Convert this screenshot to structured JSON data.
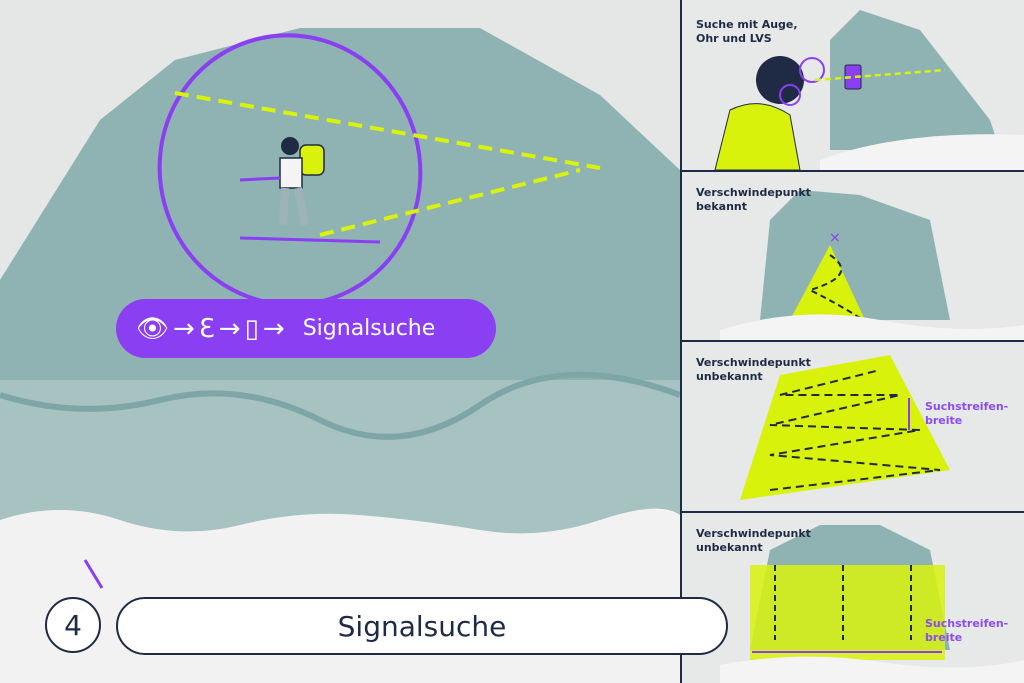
{
  "main": {
    "step_number": "4",
    "title": "Signalsuche",
    "signal_pill": {
      "icons": [
        "eye-icon",
        "arrow-right-icon",
        "ear-icon",
        "arrow-right-icon",
        "transceiver-icon",
        "arrow-right-icon"
      ],
      "label": "Signalsuche"
    }
  },
  "panels": [
    {
      "label_line1": "Suche mit Auge,",
      "label_line2": "Ohr und LVS"
    },
    {
      "label_line1": "Verschwindepunkt",
      "label_line2": "bekannt"
    },
    {
      "label_line1": "Verschwindepunkt",
      "label_line2": "unbekannt",
      "note_line1": "Suchstreifen-",
      "note_line2": "breite"
    },
    {
      "label_line1": "Verschwindepunkt",
      "label_line2": "unbekannt",
      "note_line1": "Suchstreifen-",
      "note_line2": "breite"
    }
  ],
  "colors": {
    "accent": "#8a3ff2",
    "highlight": "#d9f20c",
    "mountain": "#8fb3b3",
    "ink": "#1f2a44",
    "snow": "#e4e7e6"
  }
}
